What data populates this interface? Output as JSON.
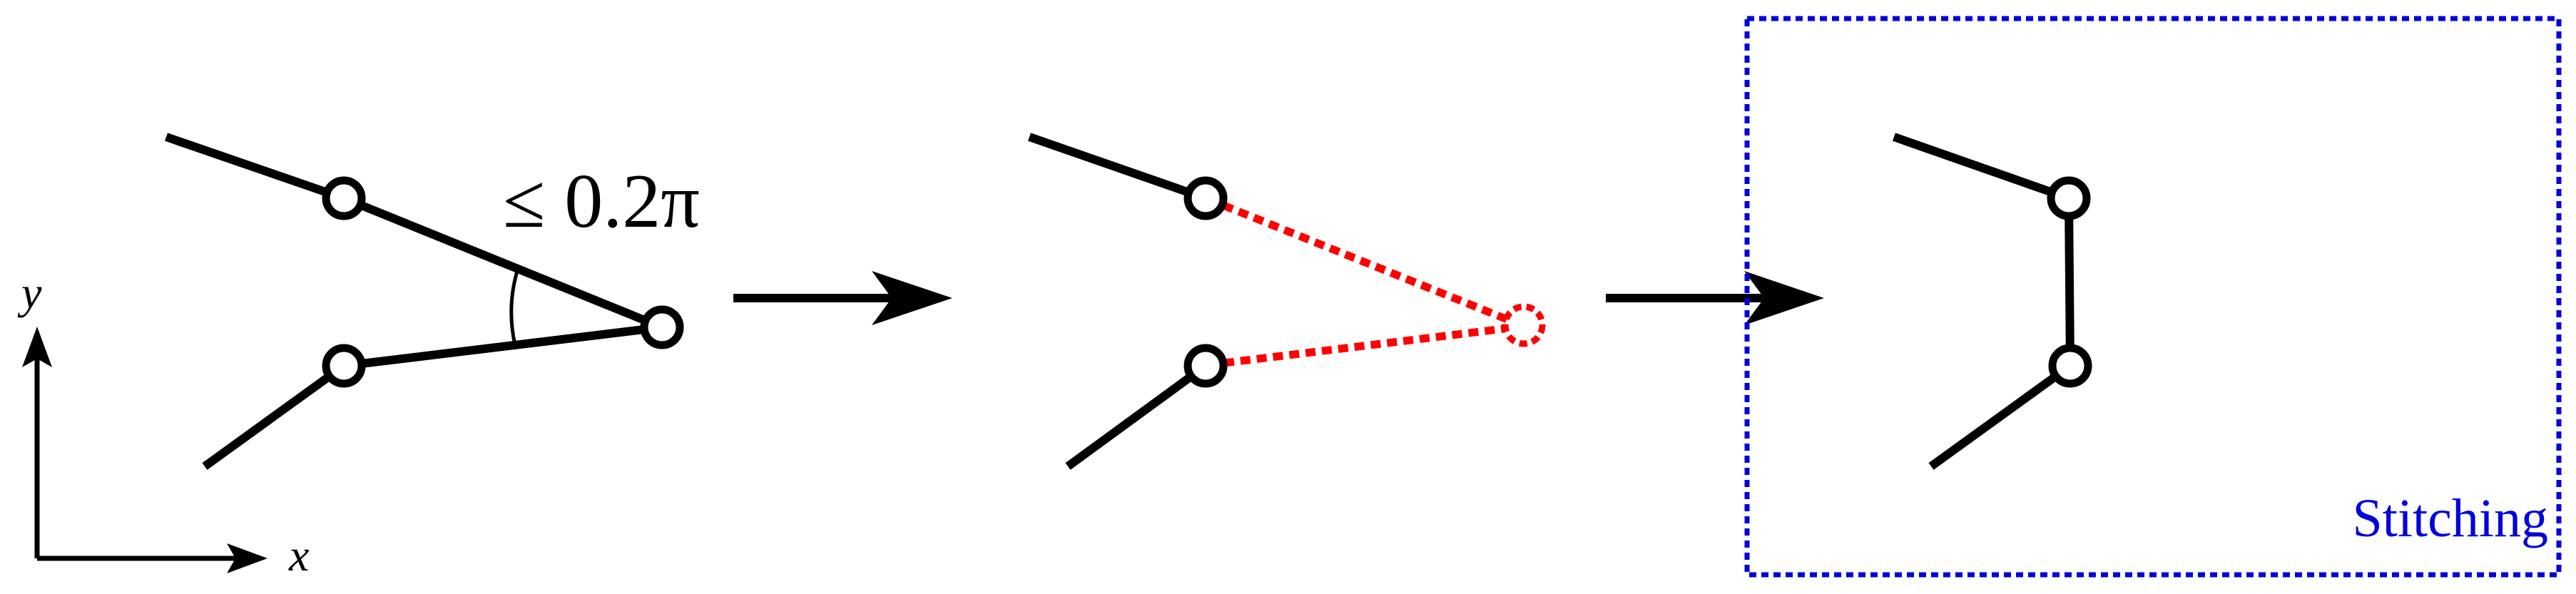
{
  "colors": {
    "line": "#000000",
    "removed_edge": "#ff0000",
    "stitch_box": "#0000dd",
    "node_fill": "#ffffff"
  },
  "axes": {
    "x_label": "x",
    "y_label": "y"
  },
  "panel_1": {
    "angle_label": "≤ 0.2π"
  },
  "panel_3": {
    "box_label": "Stitching"
  }
}
